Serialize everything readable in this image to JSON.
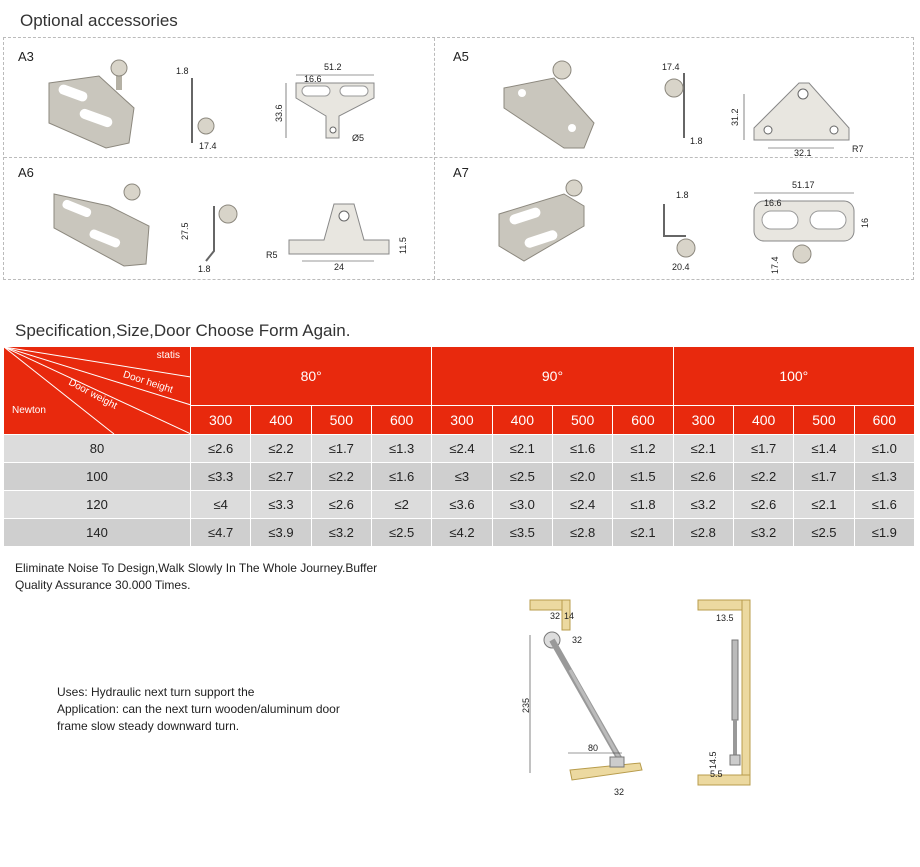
{
  "accessories": {
    "title": "Optional accessories",
    "items": [
      {
        "label": "A3",
        "dims": {
          "top_w": "51.2",
          "inner": "16.6",
          "height": "33.6",
          "hole": "Ø5",
          "thick": "1.8",
          "ball": "17.4"
        }
      },
      {
        "label": "A5",
        "dims": {
          "ball": "17.4",
          "thick": "1.8",
          "height": "31.2",
          "spacing": "32.1",
          "radius": "R7"
        }
      },
      {
        "label": "A6",
        "dims": {
          "height": "27.5",
          "thick": "1.8",
          "radius": "R5",
          "spacing": "24",
          "h2": "11.5"
        }
      },
      {
        "label": "A7",
        "dims": {
          "thick": "1.8",
          "ball": "20.4",
          "top_w": "51.17",
          "inner": "16.6",
          "h": "16",
          "ball2": "17.4"
        }
      }
    ]
  },
  "spec": {
    "title": "Specification,Size,Door Choose Form Again.",
    "corner": {
      "statis": "statis",
      "door_height": "Door height",
      "door_weight": "Door weight",
      "newton": "Newton"
    },
    "angles": [
      "80°",
      "90°",
      "100°"
    ],
    "heights": [
      "300",
      "400",
      "500",
      "600",
      "300",
      "400",
      "500",
      "600",
      "300",
      "400",
      "500",
      "600"
    ],
    "rows": [
      {
        "newton": "80",
        "values": [
          "≤2.6",
          "≤2.2",
          "≤1.7",
          "≤1.3",
          "≤2.4",
          "≤2.1",
          "≤1.6",
          "≤1.2",
          "≤2.1",
          "≤1.7",
          "≤1.4",
          "≤1.0"
        ]
      },
      {
        "newton": "100",
        "values": [
          "≤3.3",
          "≤2.7",
          "≤2.2",
          "≤1.6",
          "≤3",
          "≤2.5",
          "≤2.0",
          "≤1.5",
          "≤2.6",
          "≤2.2",
          "≤1.7",
          "≤1.3"
        ]
      },
      {
        "newton": "120",
        "values": [
          "≤4",
          "≤3.3",
          "≤2.6",
          "≤2",
          "≤3.6",
          "≤3.0",
          "≤2.4",
          "≤1.8",
          "≤3.2",
          "≤2.6",
          "≤2.1",
          "≤1.6"
        ]
      },
      {
        "newton": "140",
        "values": [
          "≤4.7",
          "≤3.9",
          "≤3.2",
          "≤2.5",
          "≤4.2",
          "≤3.5",
          "≤2.8",
          "≤2.1",
          "≤2.8",
          "≤3.2",
          "≤2.5",
          "≤1.9"
        ]
      }
    ]
  },
  "notes": {
    "line1": "Eliminate Noise To Design,Walk Slowly In The Whole Journey.Buffer",
    "line2": "Quality Assurance 30.000 Times.",
    "uses": "Uses: Hydraulic next turn support the",
    "app1": "Application: can the next turn wooden/aluminum door",
    "app2": "frame slow steady downward turn."
  },
  "diagram": {
    "left": {
      "d1": "32",
      "d2": "14",
      "d3": "32",
      "h": "235",
      "w": "80",
      "b": "32"
    },
    "right": {
      "d1": "13.5",
      "h": "14.5",
      "w": "5.5"
    }
  },
  "colors": {
    "header_red": "#e8290d",
    "row_gray": "#dcdcdc",
    "wood": "#ecd9a0"
  }
}
